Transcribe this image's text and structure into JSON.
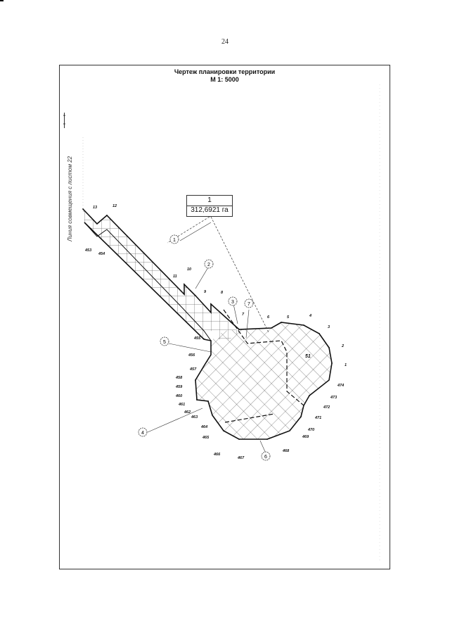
{
  "page_number": "24",
  "title": "Чертеж планировки территории",
  "scale": "М 1: 5000",
  "match_line_label": "Линия совмещения с листом 22",
  "parcel": {
    "number": "1",
    "area": "312,6921 га"
  },
  "callouts": [
    "1",
    "2",
    "3",
    "4",
    "5",
    "6",
    "7"
  ],
  "vertex_labels": [
    "1",
    "2",
    "3",
    "4",
    "5",
    "6",
    "7",
    "8",
    "9",
    "10",
    "11",
    "12",
    "13",
    "453",
    "454",
    "455",
    "456",
    "457",
    "458",
    "459",
    "460",
    "461",
    "462",
    "463",
    "464",
    "465",
    "466",
    "467",
    "468",
    "469",
    "470",
    "471",
    "472",
    "473",
    "474",
    "51"
  ],
  "colors": {
    "line": "#111111",
    "hatch": "#333333",
    "background": "#ffffff"
  }
}
